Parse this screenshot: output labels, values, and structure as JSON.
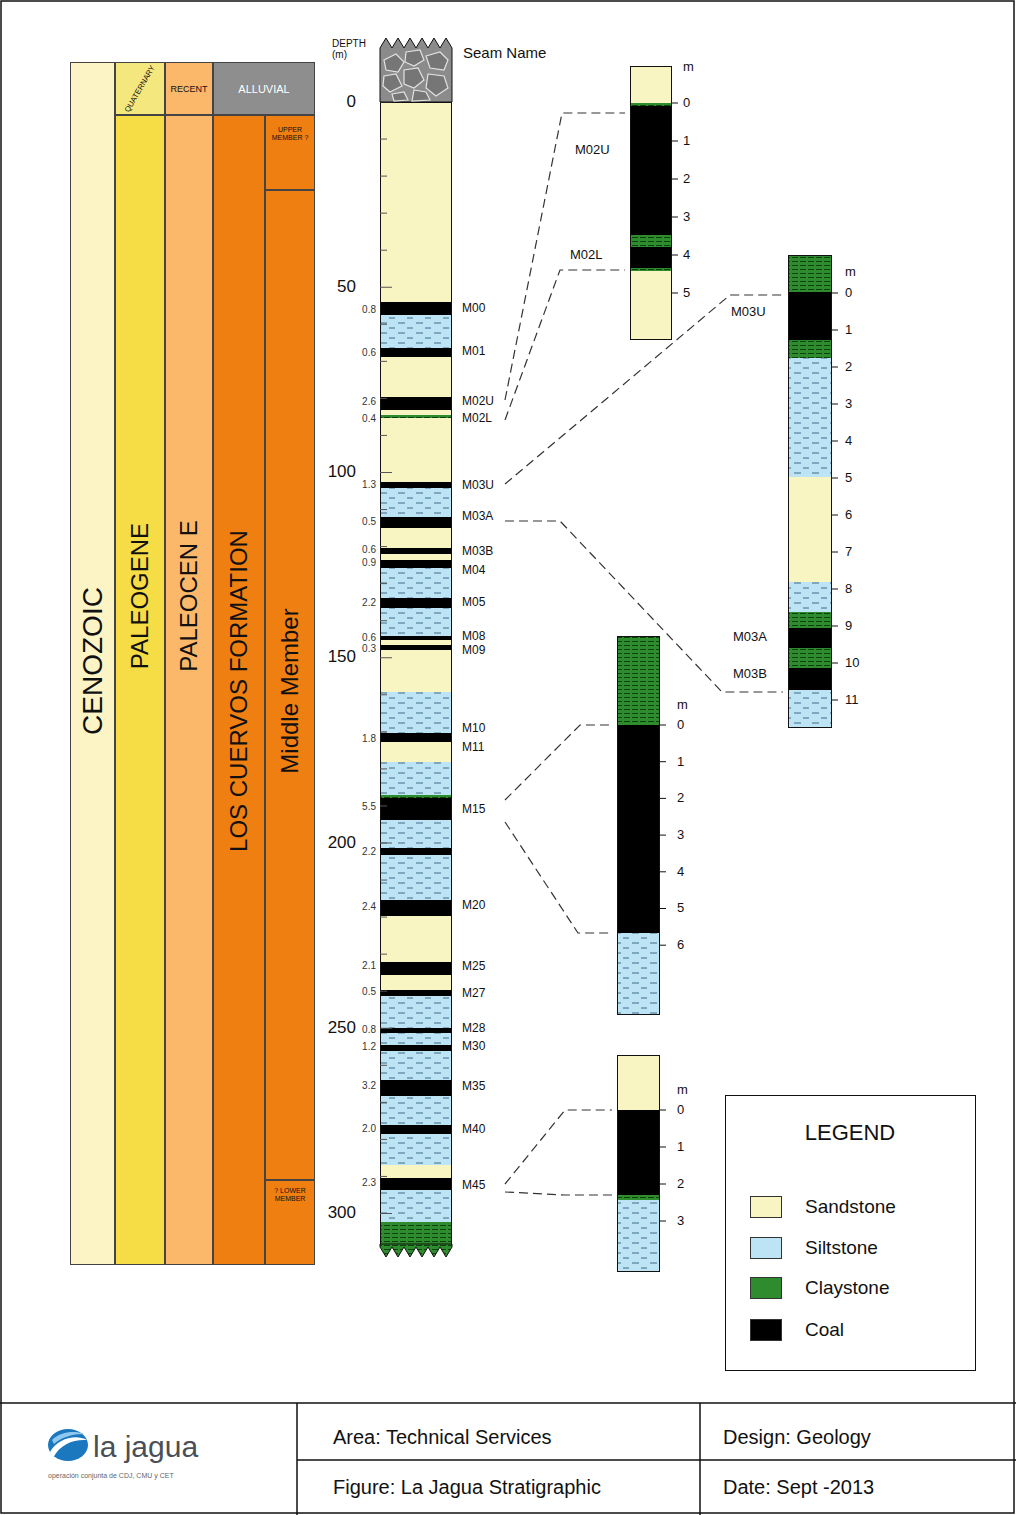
{
  "diagram": {
    "nodes": [
      {
        "text": [
          "CENOZOIC"
        ]
      },
      {
        "text": [
          "QUATERNARY"
        ]
      },
      {
        "text": [
          "PALEOGENE"
        ]
      },
      {
        "text": [
          "RECENT"
        ]
      },
      {
        "text": [
          "PALEOCEN E"
        ]
      },
      {
        "text": [
          "ALLUVIAL"
        ]
      },
      {
        "text": [
          "LOS CUERVOS FORMATION"
        ]
      },
      {
        "text": [
          "UPPER MEMBER ?"
        ]
      },
      {
        "text": [
          "Middle Member"
        ]
      },
      {
        "text": [
          "? LOWER MEMBER"
        ]
      }
    ],
    "labels": [
      "DEPTH (m)",
      "Seam Name",
      "0",
      "50",
      "100",
      "150",
      "200",
      "250",
      "300",
      "0.8",
      "0.6",
      "2.6",
      "0.4",
      "1.3",
      "0.5",
      "0.6",
      "0.9",
      "2.2",
      "0.6",
      "0.3",
      "1.8",
      "5.5",
      "2.2",
      "2.4",
      "2.1",
      "0.5",
      "0.8",
      "1.2",
      "3.2",
      "2.0",
      "2.3",
      "M00",
      "M01",
      "M02U",
      "M02L",
      "M03U",
      "M03A",
      "M03B",
      "M04",
      "M05",
      "M08",
      "M09",
      "M10",
      "M11",
      "M15",
      "M20",
      "M25",
      "M27",
      "M28",
      "M30",
      "M35",
      "M40",
      "M45",
      "m",
      "0",
      "1",
      "2",
      "3",
      "4",
      "5",
      "M02U",
      "M02L",
      "m",
      "0",
      "1",
      "2",
      "3",
      "4",
      "5",
      "6",
      "7",
      "8",
      "9",
      "10",
      "11",
      "M03U",
      "M03A",
      "M03B",
      "m",
      "0",
      "1",
      "2",
      "3",
      "4",
      "5",
      "6",
      "m",
      "0",
      "1",
      "2",
      "3",
      "LEGEND",
      "Area: Technical Services",
      "Design: Geology",
      "Figure: La Jagua Stratigraphic",
      "Date: Sept -2013",
      "la jagua",
      "operación conjunta de CDJ, CMU y CET"
    ],
    "legend": [
      {
        "text": "Sandstone",
        "color": "#f9f5c3"
      },
      {
        "text": "Siltstone",
        "color": "#bde4f4"
      },
      {
        "text": "Claystone",
        "color": "#2e8b2e"
      },
      {
        "text": "Coal",
        "color": "#000000"
      }
    ]
  }
}
